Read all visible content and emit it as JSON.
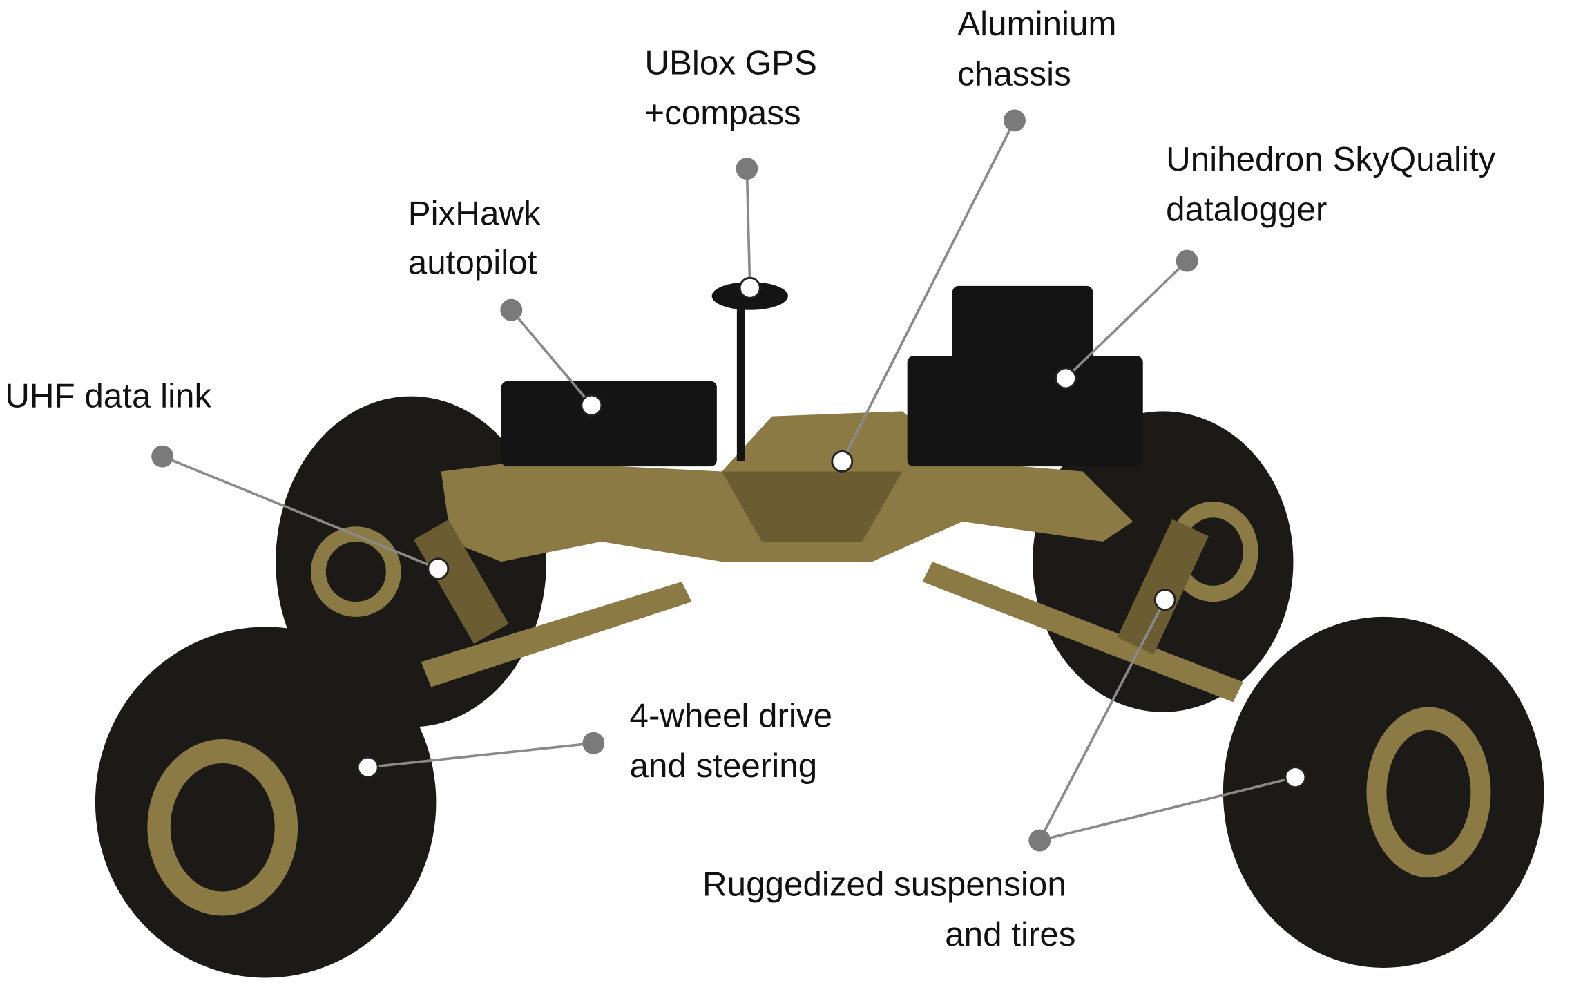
{
  "title": "Rover component diagram",
  "labels": {
    "gps": [
      "UBlox GPS",
      "+compass"
    ],
    "chassis": [
      "Aluminium",
      "chassis"
    ],
    "skyquality": [
      "Unihedron SkyQuality",
      "datalogger"
    ],
    "pixhawk": [
      "PixHawk",
      "autopilot"
    ],
    "uhf": [
      "UHF data link"
    ],
    "drive": [
      "4-wheel drive",
      "and steering"
    ],
    "suspension": [
      "Ruggedized suspension",
      "and tires"
    ]
  },
  "colors": {
    "chassis": "#8c7a45",
    "tire": "#1b1a17",
    "leader_line": "#8a8a8a"
  }
}
